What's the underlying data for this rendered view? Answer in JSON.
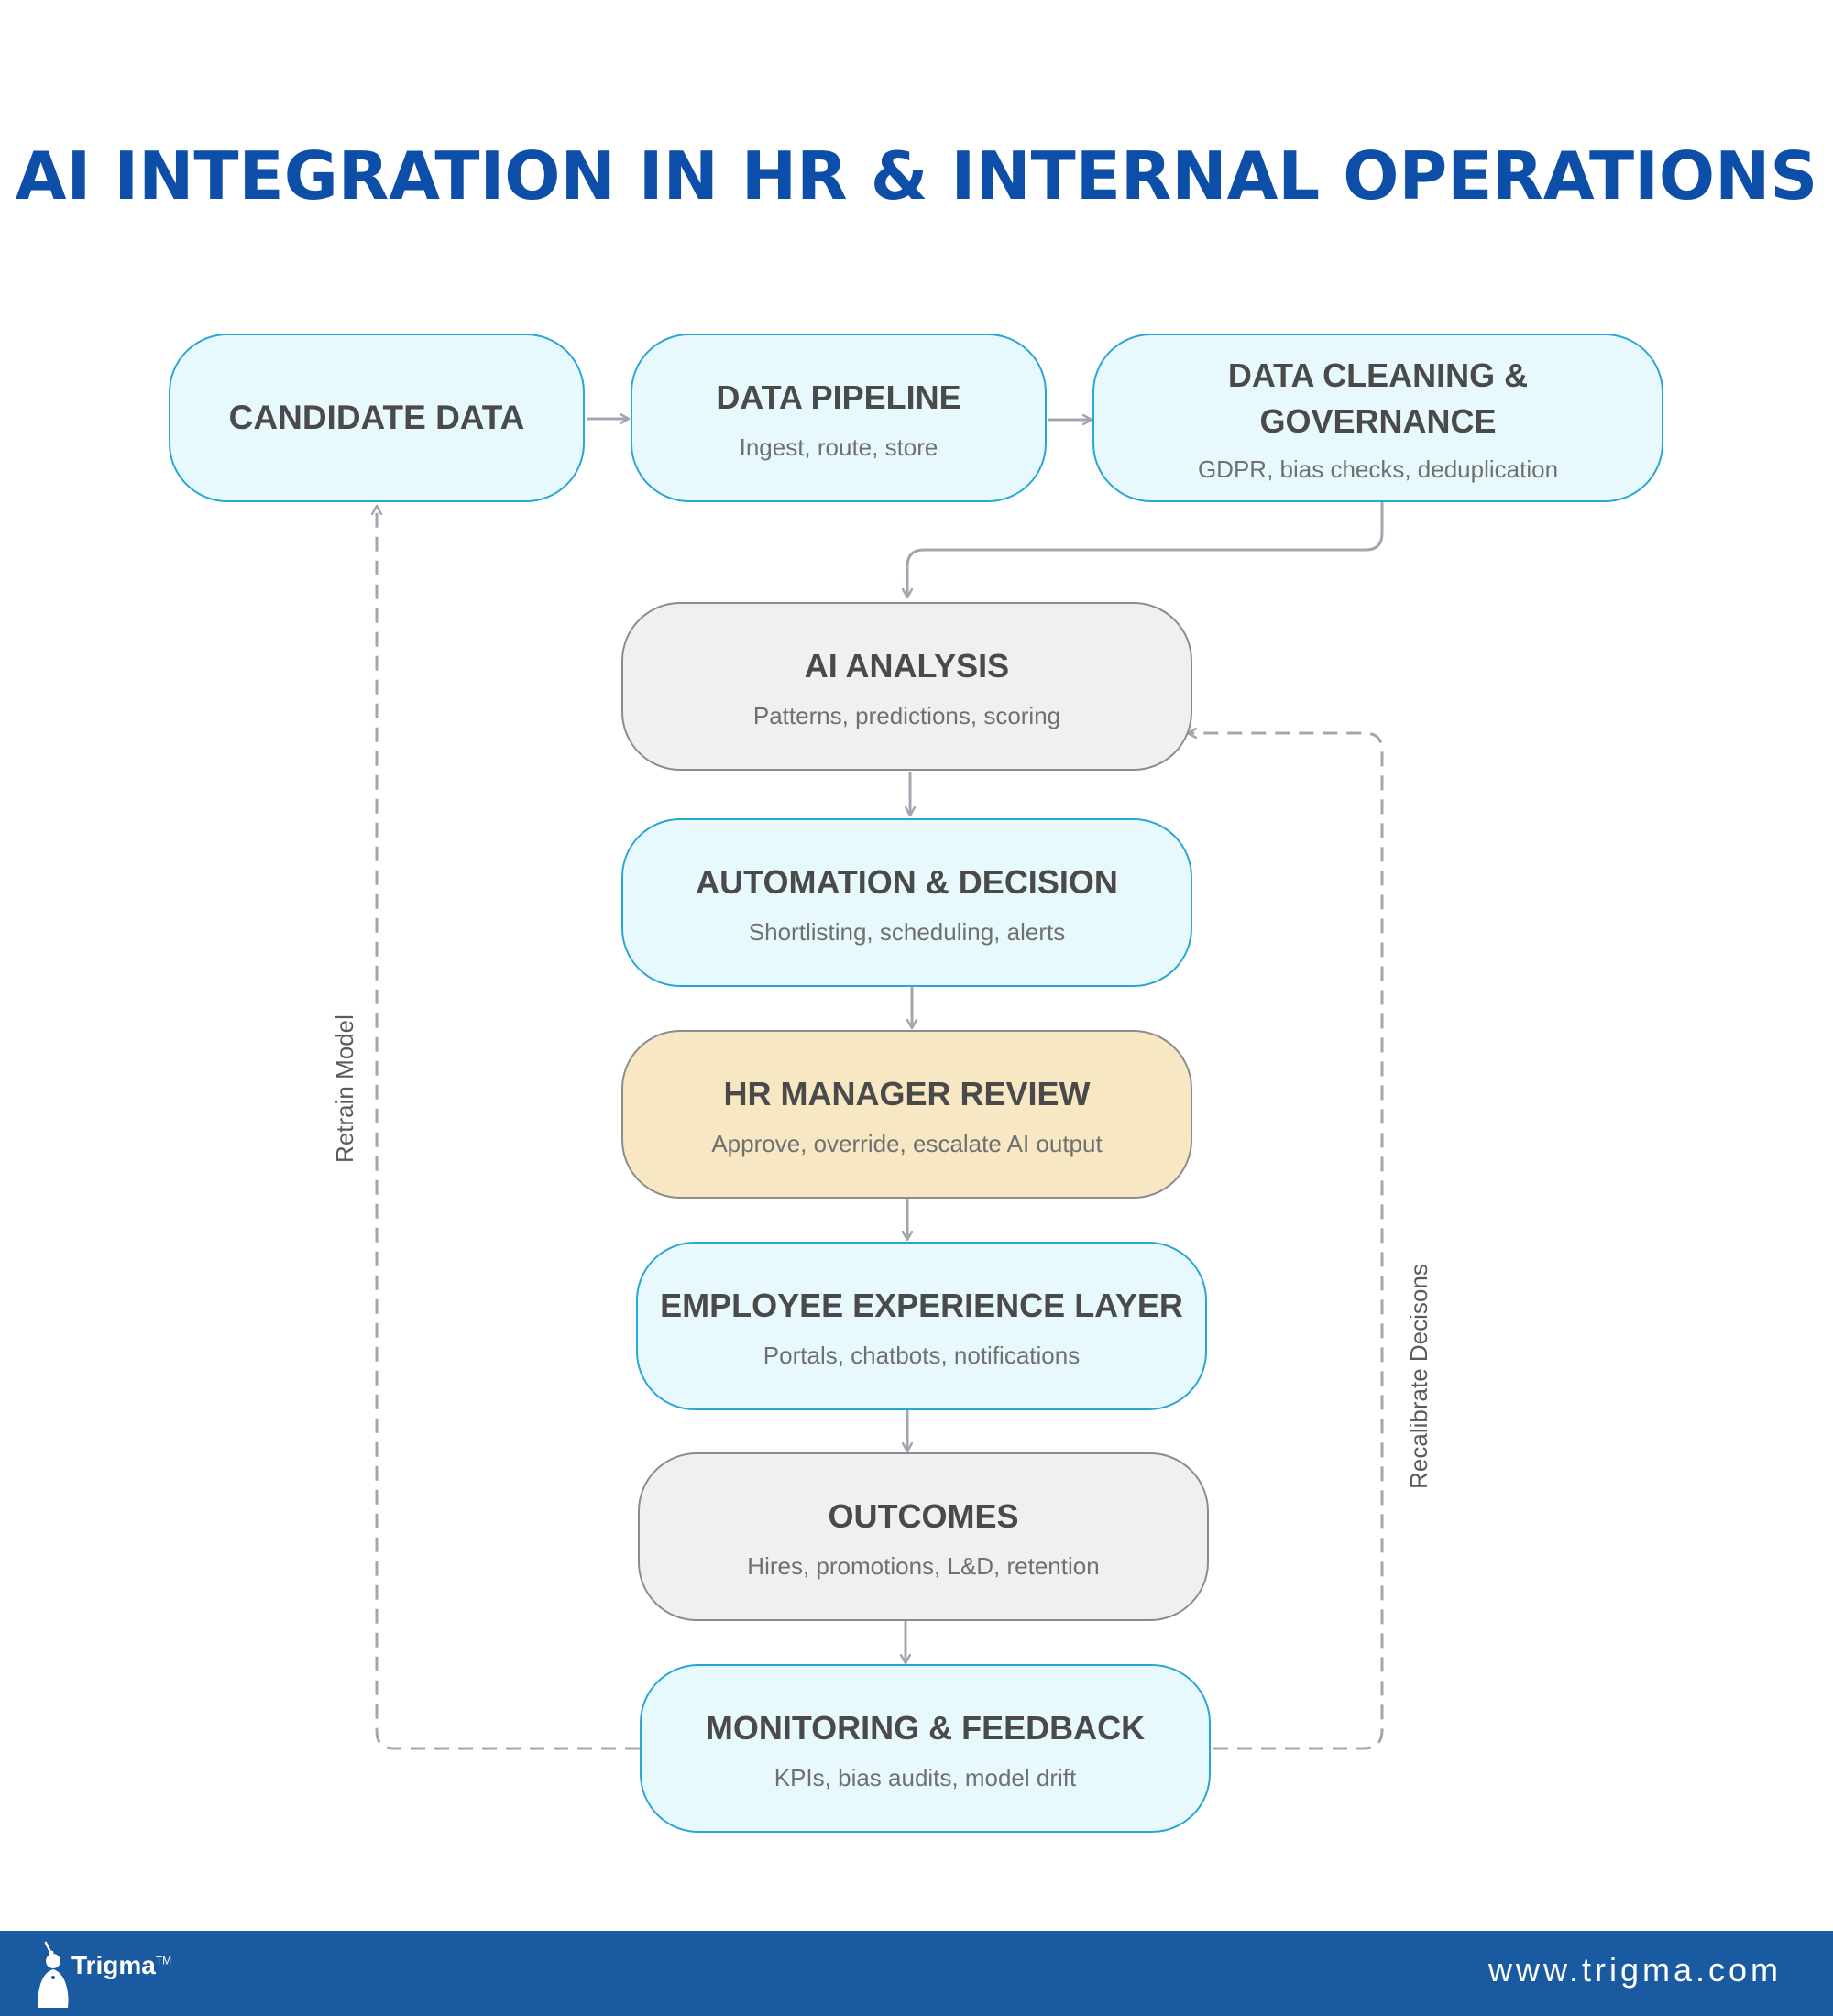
{
  "title": "AI INTEGRATION IN HR & INTERNAL OPERATIONS",
  "nodes": {
    "candidate_data": {
      "title": "CANDIDATE DATA"
    },
    "data_pipeline": {
      "title": "DATA PIPELINE",
      "subtitle": "Ingest, route, store"
    },
    "data_cleaning": {
      "title_line1": "DATA CLEANING &",
      "title_line2": "GOVERNANCE",
      "subtitle": "GDPR, bias checks, deduplication"
    },
    "ai_analysis": {
      "title": "AI ANALYSIS",
      "subtitle": "Patterns, predictions, scoring"
    },
    "automation": {
      "title": "AUTOMATION & DECISION",
      "subtitle": "Shortlisting, scheduling, alerts"
    },
    "hr_review": {
      "title": "HR MANAGER REVIEW",
      "subtitle": "Approve, override, escalate AI output"
    },
    "employee_experience": {
      "title": "EMPLOYEE EXPERIENCE LAYER",
      "subtitle": "Portals, chatbots, notifications"
    },
    "outcomes": {
      "title": "OUTCOMES",
      "subtitle": "Hires, promotions, L&D, retention"
    },
    "monitoring": {
      "title": "MONITORING & FEEDBACK",
      "subtitle": "KPIs, bias audits, model drift"
    }
  },
  "loops": {
    "retrain": "Retrain Model",
    "recalibrate": "Recalibrate Decisons"
  },
  "colors": {
    "title": "#0d4fa8",
    "blue_node_fill": "#e8f9fd",
    "blue_node_border": "#2aa6d6",
    "gray_node_fill": "#f0f0f0",
    "yellow_node_fill": "#f7e8c3",
    "connector": "#a0a7b0",
    "footer": "#1a5aa0"
  },
  "footer": {
    "brand": "Trigma",
    "trademark": "TM",
    "url": "www.trigma.com",
    "logo_icon": "trigma-figure-logo"
  }
}
